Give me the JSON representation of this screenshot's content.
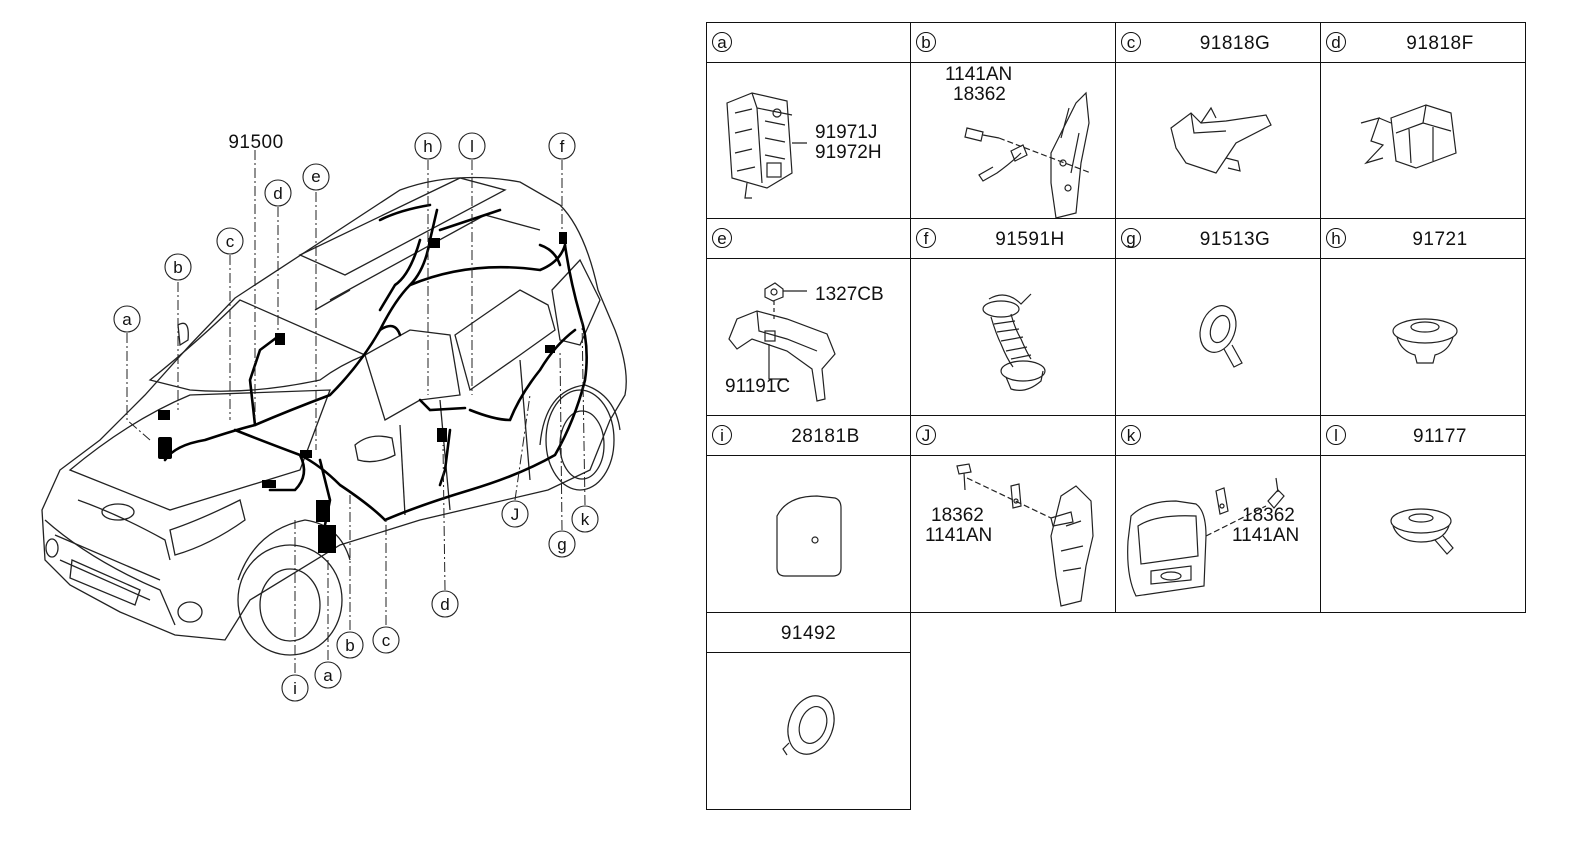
{
  "diagram": {
    "main_part": "91500",
    "callouts": [
      "a",
      "b",
      "c",
      "d",
      "e",
      "f",
      "g",
      "h",
      "i",
      "J",
      "k",
      "l",
      "a",
      "b",
      "c",
      "d",
      "i"
    ]
  },
  "cells": [
    {
      "letter": "a",
      "code": "",
      "labels": [
        "91971J",
        "91972H"
      ]
    },
    {
      "letter": "b",
      "code": "",
      "labels": [
        "1141AN",
        "18362"
      ]
    },
    {
      "letter": "c",
      "code": "91818G",
      "labels": []
    },
    {
      "letter": "d",
      "code": "91818F",
      "labels": []
    },
    {
      "letter": "e",
      "code": "",
      "labels": [
        "1327CB",
        "91191C"
      ]
    },
    {
      "letter": "f",
      "code": "91591H",
      "labels": []
    },
    {
      "letter": "g",
      "code": "91513G",
      "labels": []
    },
    {
      "letter": "h",
      "code": "91721",
      "labels": []
    },
    {
      "letter": "i",
      "code": "28181B",
      "labels": []
    },
    {
      "letter": "J",
      "code": "",
      "labels": [
        "18362",
        "1141AN"
      ]
    },
    {
      "letter": "k",
      "code": "",
      "labels": [
        "18362",
        "1141AN"
      ]
    },
    {
      "letter": "l",
      "code": "91177",
      "labels": []
    },
    {
      "letter": "",
      "code": "91492",
      "labels": []
    }
  ],
  "icons": [
    "relay-box",
    "bolt-bracket",
    "harness-bracket",
    "connector-block",
    "bracket-with-nut",
    "corrugated-grommet",
    "grommet-with-tube",
    "round-grommet",
    "plug-pad",
    "bolt-bracket",
    "tailgate-bolt",
    "grommet-with-tube",
    "round-grommet"
  ]
}
